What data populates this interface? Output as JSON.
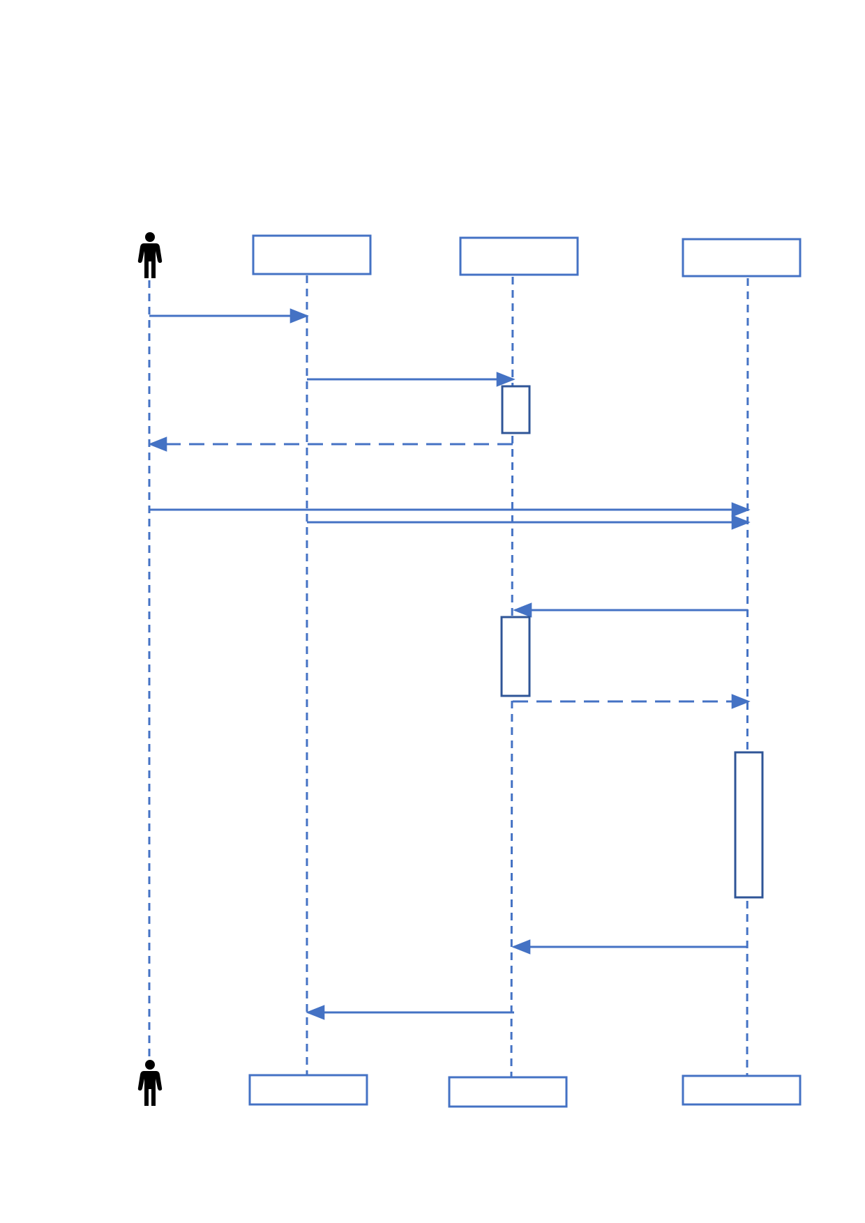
{
  "diagram": {
    "type": "sequence",
    "colors": {
      "line": "#4472c4",
      "activation": "#2f5597",
      "actor": "#000000",
      "background": "#ffffff"
    },
    "participants": [
      {
        "id": "actor",
        "kind": "actor",
        "icon": "person-icon",
        "label": ""
      },
      {
        "id": "p1",
        "kind": "object",
        "label": ""
      },
      {
        "id": "p2",
        "kind": "object",
        "label": ""
      },
      {
        "id": "p3",
        "kind": "object",
        "label": ""
      }
    ],
    "messages": [
      {
        "from": "actor",
        "to": "p1",
        "style": "solid",
        "label": ""
      },
      {
        "from": "p1",
        "to": "p2",
        "style": "solid",
        "label": ""
      },
      {
        "from": "p2",
        "to": "actor",
        "style": "dashed",
        "label": ""
      },
      {
        "from": "actor",
        "to": "p3",
        "style": "solid",
        "label": ""
      },
      {
        "from": "p1",
        "to": "p3",
        "style": "solid",
        "label": ""
      },
      {
        "from": "p3",
        "to": "p2",
        "style": "solid",
        "label": ""
      },
      {
        "from": "p2",
        "to": "p3",
        "style": "dashed",
        "label": ""
      },
      {
        "from": "p3",
        "to": "p2",
        "style": "solid",
        "label": ""
      },
      {
        "from": "p2",
        "to": "p1",
        "style": "solid",
        "label": ""
      }
    ],
    "activations": [
      {
        "on": "p2"
      },
      {
        "on": "p2"
      },
      {
        "on": "p3"
      }
    ]
  }
}
